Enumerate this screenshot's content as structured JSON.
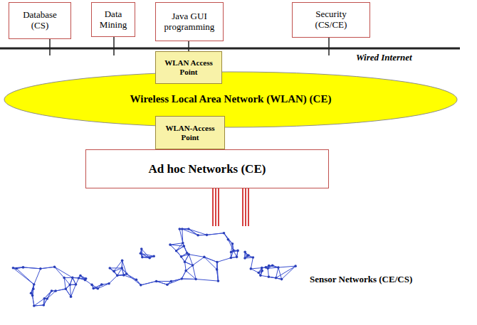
{
  "diagram": {
    "nodes": [
      {
        "text": [
          "Database (CS)"
        ]
      },
      {
        "text": [
          "Data Mining"
        ]
      },
      {
        "text": [
          "Java GUI programming"
        ]
      },
      {
        "text": [
          "Security (CS/CE)"
        ]
      },
      {
        "text": [
          "WLAN Access Point"
        ]
      },
      {
        "text": [
          "Wireless Local Area Network (WLAN) (CE)"
        ]
      },
      {
        "text": [
          "WLAN-Access Point"
        ]
      },
      {
        "text": [
          "Ad hoc Networks (CE)"
        ]
      },
      {
        "text": [
          "Sensor Networks (CE/CS)"
        ]
      }
    ],
    "edges": [
      {
        "from": 7,
        "to": 8,
        "arrow": "none"
      },
      {
        "from": 7,
        "to": 8,
        "arrow": "none"
      }
    ],
    "labels": [
      "Wired Internet"
    ]
  }
}
